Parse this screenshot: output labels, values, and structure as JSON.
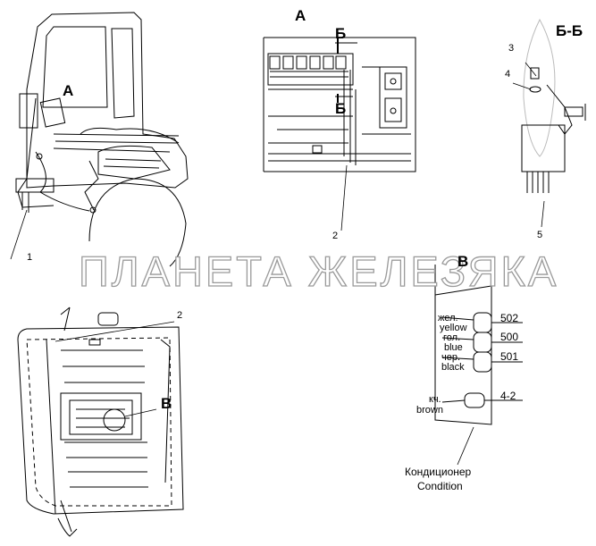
{
  "views": {
    "view_a_label": "А",
    "section_label": "Б",
    "section_title": "Б-Б",
    "view_b_label": "В",
    "view_b_callout": "В"
  },
  "callouts": {
    "c1": "1",
    "c2_top": "2",
    "c2_bottom": "2",
    "c3": "3",
    "c4": "4",
    "c5": "5"
  },
  "wiring": {
    "wires": [
      {
        "color_ru": "жел.",
        "color_en": "yellow",
        "number": "502"
      },
      {
        "color_ru": "гол.",
        "color_en": "blue",
        "number": "500"
      },
      {
        "color_ru": "чер.",
        "color_en": "black",
        "number": "501"
      },
      {
        "color_ru": "кч.",
        "color_en": "brown",
        "number": "4-2"
      }
    ],
    "device_ru": "Кондиционер",
    "device_en": "Condition"
  },
  "watermark": "ПЛАНЕТА ЖЕЛЕЗЯКА"
}
